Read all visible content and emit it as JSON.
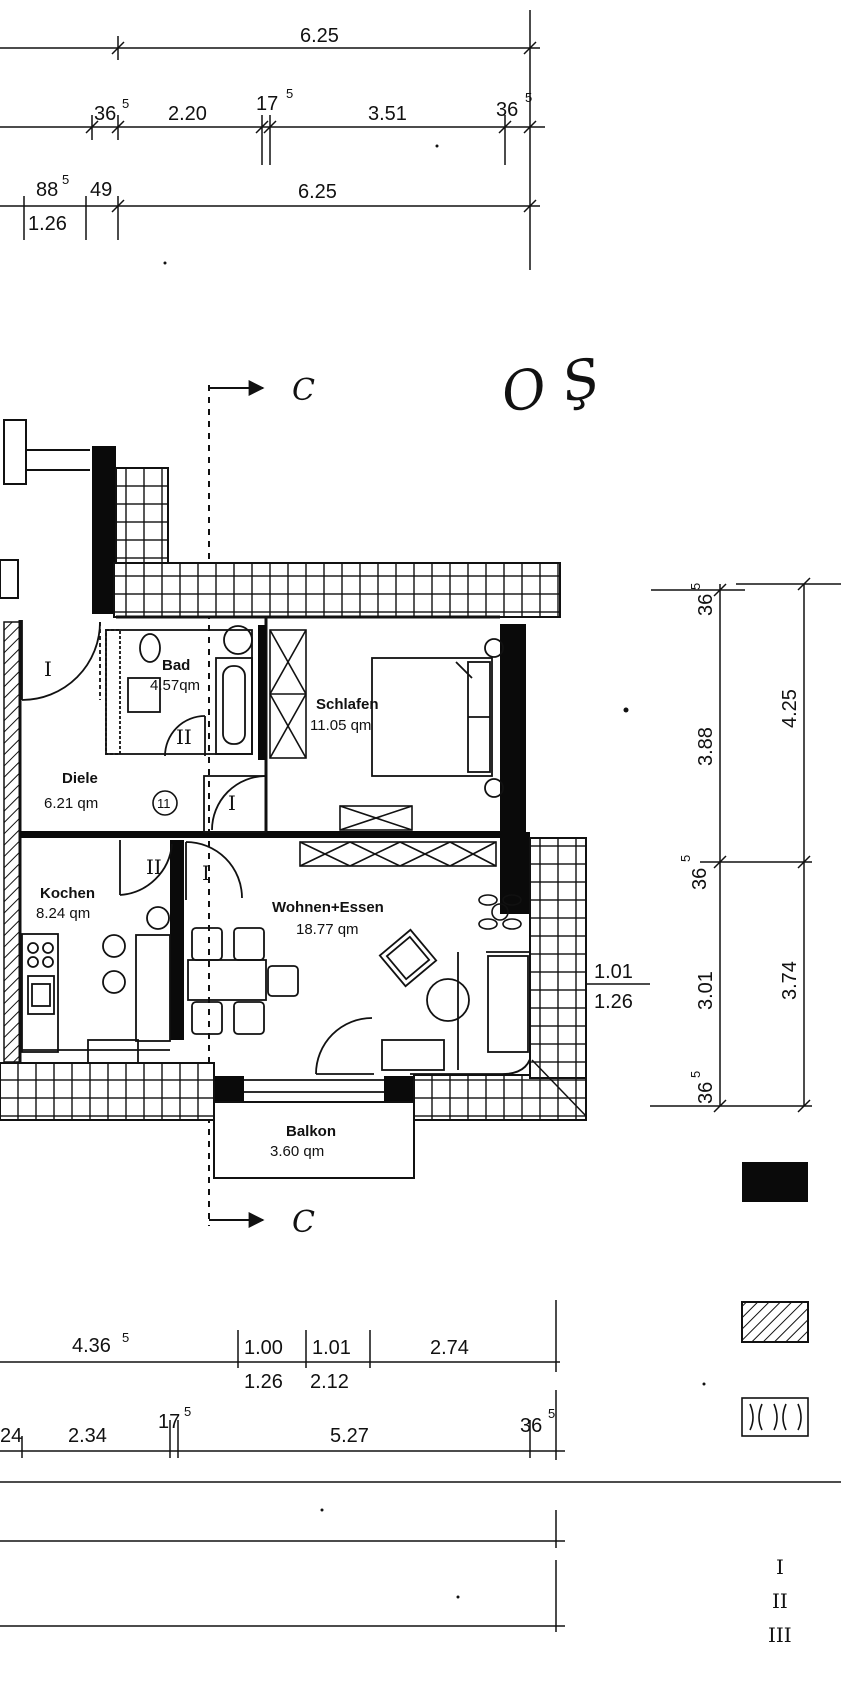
{
  "handwritten_note": "O Ş",
  "section_marker": "C",
  "dims_top": {
    "row1": {
      "total": "6.25"
    },
    "row2": {
      "a": "36",
      "a_sup": "5",
      "b": "2.20",
      "c": "17",
      "c_sup": "5",
      "d": "3.51",
      "e": "36",
      "e_sup": "5"
    },
    "row3": {
      "a": "88",
      "a_sup": "5",
      "b": "49",
      "c": "6.25",
      "d": "1.26"
    }
  },
  "rooms": [
    {
      "id": "bad",
      "name": "Bad",
      "area": "4.57qm"
    },
    {
      "id": "schlafen",
      "name": "Schlafen",
      "area": "11.05 qm"
    },
    {
      "id": "diele",
      "name": "Diele",
      "area": "6.21 qm",
      "badge": "11"
    },
    {
      "id": "kochen",
      "name": "Kochen",
      "area": "8.24 qm"
    },
    {
      "id": "wohnen",
      "name": "Wohnen+Essen",
      "area": "18.77 qm"
    },
    {
      "id": "balkon",
      "name": "Balkon",
      "area": "3.60 qm"
    }
  ],
  "door_marks": {
    "type1": "I",
    "type2": "II"
  },
  "window_dim": {
    "upper": "1.01",
    "lower": "1.26"
  },
  "dims_right": {
    "inner": {
      "top_wall": "36",
      "top_wall_sup": "5",
      "upper": "3.88",
      "mid_wall": "36",
      "mid_wall_sup": "5",
      "lower": "3.01",
      "bottom_wall": "36",
      "bottom_wall_sup": "5"
    },
    "outer": {
      "upper": "4.25",
      "lower": "3.74"
    }
  },
  "dims_bottom": {
    "row1": {
      "a": "4.36",
      "a_sup": "5",
      "b": "1.00",
      "c": "1.01",
      "d": "2.74",
      "e": "1.26",
      "f": "2.12"
    },
    "row2": {
      "a": "24",
      "b": "2.34",
      "c": "17",
      "c_sup": "5",
      "d": "5.27",
      "e": "36",
      "e_sup": "5"
    }
  },
  "legend_marks": [
    "I",
    "II",
    "III"
  ],
  "colors": {
    "line": "#111111",
    "wall_solid": "#0a0a0a",
    "paper": "#ffffff"
  }
}
